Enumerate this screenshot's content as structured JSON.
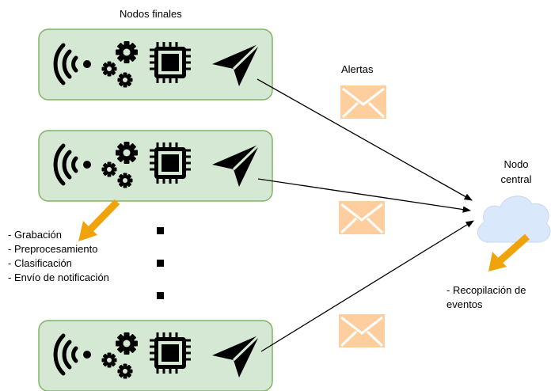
{
  "title": "Nodos finales",
  "alerts_label": "Alertas",
  "central_node": {
    "line1": "Nodo",
    "line2": "central"
  },
  "node_tasks": [
    "- Grabación",
    "- Preprocesamiento",
    "- Clasificación",
    "- Envío de notificación"
  ],
  "central_tasks": {
    "line1": "- Recopilación de",
    "line2": "eventos"
  },
  "colors": {
    "node_fill": "#d5e8d4",
    "node_stroke": "#82b366",
    "envelope": "#ffce9f",
    "arrow_yellow": "#f0a30a",
    "cloud_fill": "#dae8fc"
  },
  "icons": [
    "wifi-signal-icon",
    "gears-icon",
    "cpu-chip-icon",
    "paper-plane-icon",
    "envelope-icon",
    "cloud-icon"
  ]
}
